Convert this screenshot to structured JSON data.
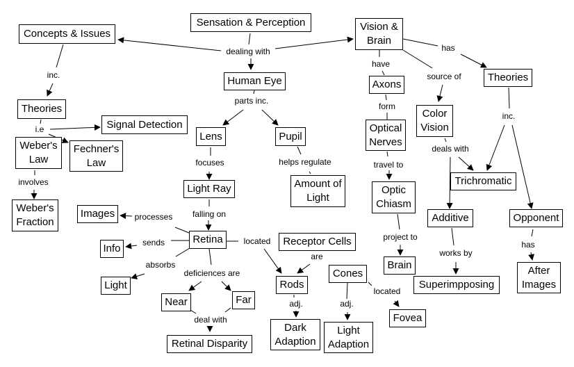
{
  "concept_map": {
    "nodes": {
      "sensation": "Sensation & Perception",
      "concepts": "Concepts & Issues",
      "vision_brain": "Vision &\nBrain",
      "human_eye": "Human Eye",
      "theories_left": "Theories",
      "signal_detection": "Signal Detection",
      "webers_law": "Weber's\nLaw",
      "fechners_law": "Fechner's\nLaw",
      "webers_fraction": "Weber's\nFraction",
      "lens": "Lens",
      "pupil": "Pupil",
      "light_ray": "Light Ray",
      "amount_of_light": "Amount of\nLight",
      "images": "Images",
      "retina": "Retina",
      "info": "Info",
      "light": "Light",
      "near": "Near",
      "far": "Far",
      "retinal_disparity": "Retinal Disparity",
      "receptor_cells": "Receptor Cells",
      "rods": "Rods",
      "cones": "Cones",
      "dark_adaption": "Dark\nAdaption",
      "light_adaption": "Light\nAdaption",
      "fovea": "Fovea",
      "axons": "Axons",
      "optical_nerves": "Optical\nNerves",
      "optic_chiasm": "Optic\nChiasm",
      "brain": "Brain",
      "color_vision": "Color\nVision",
      "theories_right": "Theories",
      "trichromatic": "Trichromatic",
      "additive": "Additive",
      "superimposing": "Superimpposing",
      "opponent": "Opponent",
      "after_images": "After\nImages"
    },
    "links": {
      "dealing_with": "dealing with",
      "inc_left": "inc.",
      "ie": "i.e",
      "involves": "involves",
      "parts_inc": "parts inc.",
      "focuses": "focuses",
      "helps_regulate": "helps regulate",
      "falling_on": "falling on",
      "processes": "processes",
      "sends": "sends",
      "absorbs": "absorbs",
      "deficiences_are": "deficiences are",
      "deal_with": "deal with",
      "located_retina": "located",
      "are": "are",
      "adj_rods": "adj.",
      "adj_cones": "adj.",
      "located_cones": "located",
      "have": "have",
      "form": "form",
      "travel_to": "travel to",
      "project_to": "project to",
      "source_of": "source of",
      "has_vb": "has",
      "inc_right": "inc.",
      "deals_with": "deals with",
      "works_by": "works by",
      "has_opponent": "has"
    }
  }
}
